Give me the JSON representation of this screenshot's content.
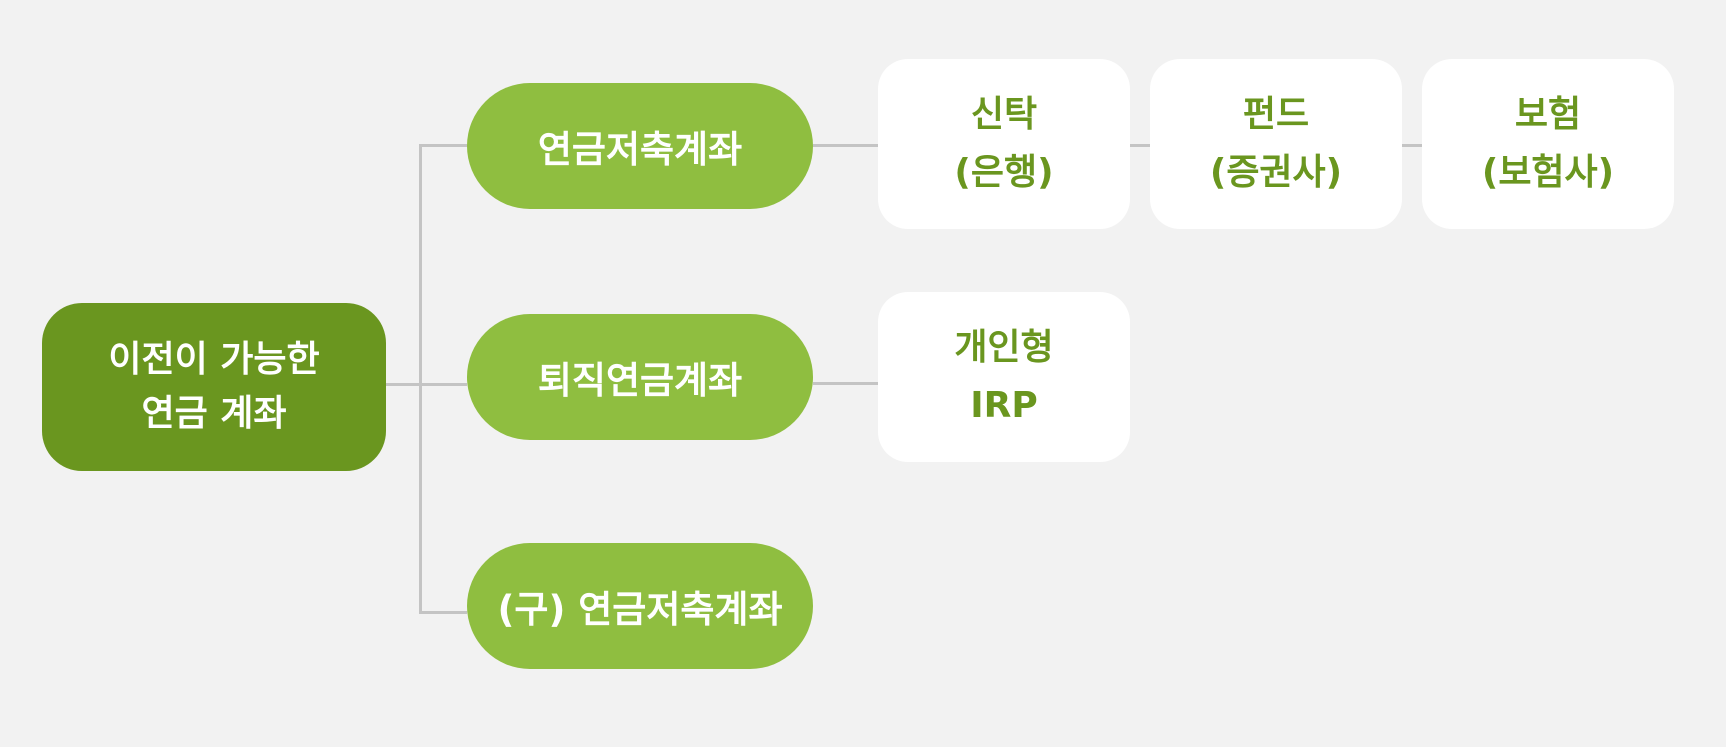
{
  "root": {
    "line1": "이전이 가능한",
    "line2": "연금 계좌"
  },
  "accounts": [
    {
      "label": "연금저축계좌"
    },
    {
      "label": "퇴직연금계좌"
    },
    {
      "label": "(구) 연금저축계좌"
    }
  ],
  "providers": {
    "trust": {
      "line1": "신탁",
      "line2": "(은행)"
    },
    "fund": {
      "line1": "펀드",
      "line2": "(증권사)"
    },
    "insurance": {
      "line1": "보험",
      "line2": "(보험사)"
    },
    "irp": {
      "line1": "개인형",
      "line2": "IRP"
    }
  },
  "colors": {
    "background": "#f2f2f2",
    "root_fill": "#6a961f",
    "pill_fill": "#8fbe40",
    "card_fill": "#ffffff",
    "card_text": "#6a961f",
    "connector": "#c4c4c4"
  }
}
